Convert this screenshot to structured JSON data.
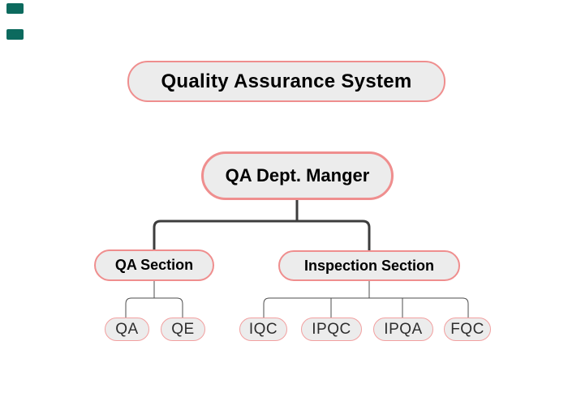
{
  "chart": {
    "root": {
      "label": "Quality Assurance System"
    },
    "manager": {
      "label": "QA Dept. Manger"
    },
    "branches": [
      {
        "label": "QA Section",
        "children": [
          "QA",
          "QE"
        ]
      },
      {
        "label": "Inspection Section",
        "children": [
          "IQC",
          "IPQC",
          "IPQA",
          "FQC"
        ]
      }
    ]
  },
  "colors": {
    "background": "#ffffff",
    "node_fill": "#ececec",
    "node_border": "#ef8e8e",
    "leaf_border": "#f2a0a0",
    "thick_connector": "#3d3d3d",
    "thin_connector": "#4c4c4c",
    "corner_marker": "#0c6a5e",
    "node_text": "#000000",
    "leaf_text": "#2e2e2e"
  }
}
